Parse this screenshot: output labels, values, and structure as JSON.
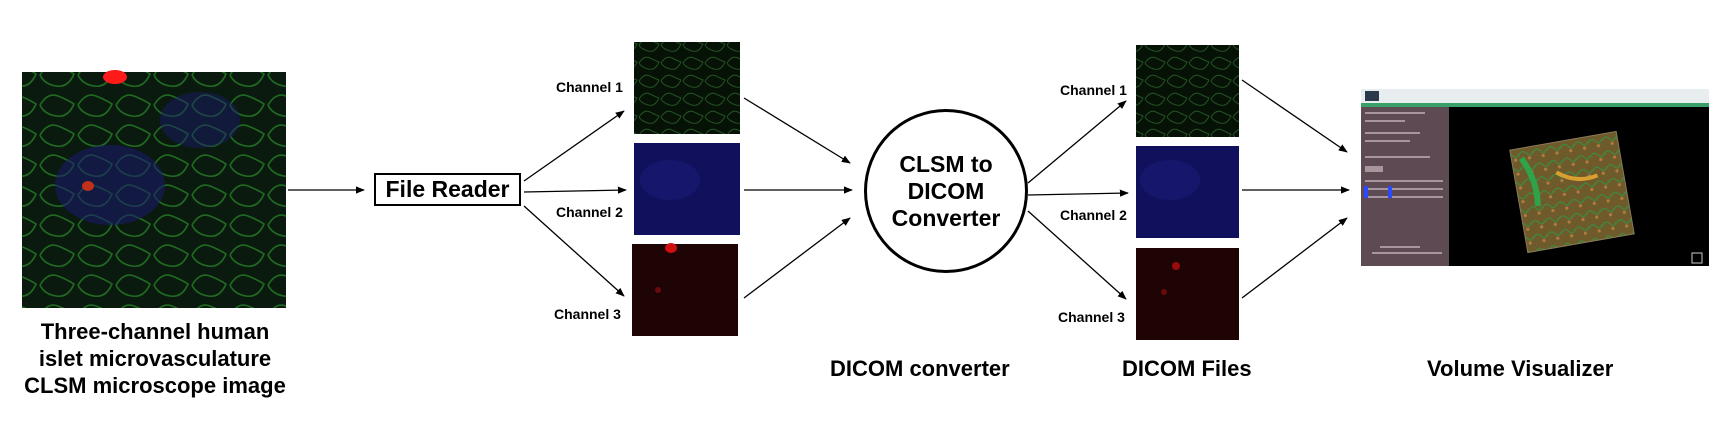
{
  "source": {
    "caption_lines": [
      "Three-channel human",
      "islet microvasculature",
      "CLSM microscope image"
    ]
  },
  "reader": {
    "label": "File Reader"
  },
  "split": {
    "channels": [
      {
        "label": "Channel 1",
        "color": "#0f2a0f"
      },
      {
        "label": "Channel 2",
        "color": "#14145a"
      },
      {
        "label": "Channel 3",
        "color": "#2a0606"
      }
    ]
  },
  "converter": {
    "lines": [
      "CLSM to",
      "DICOM",
      "Converter"
    ],
    "caption": "DICOM converter"
  },
  "dicom": {
    "caption": "DICOM Files",
    "channels": [
      {
        "label": "Channel 1",
        "color": "#0f2a0f"
      },
      {
        "label": "Channel 2",
        "color": "#14145a"
      },
      {
        "label": "Channel 3",
        "color": "#2a0606"
      }
    ]
  },
  "visualizer": {
    "caption": "Volume Visualizer"
  }
}
